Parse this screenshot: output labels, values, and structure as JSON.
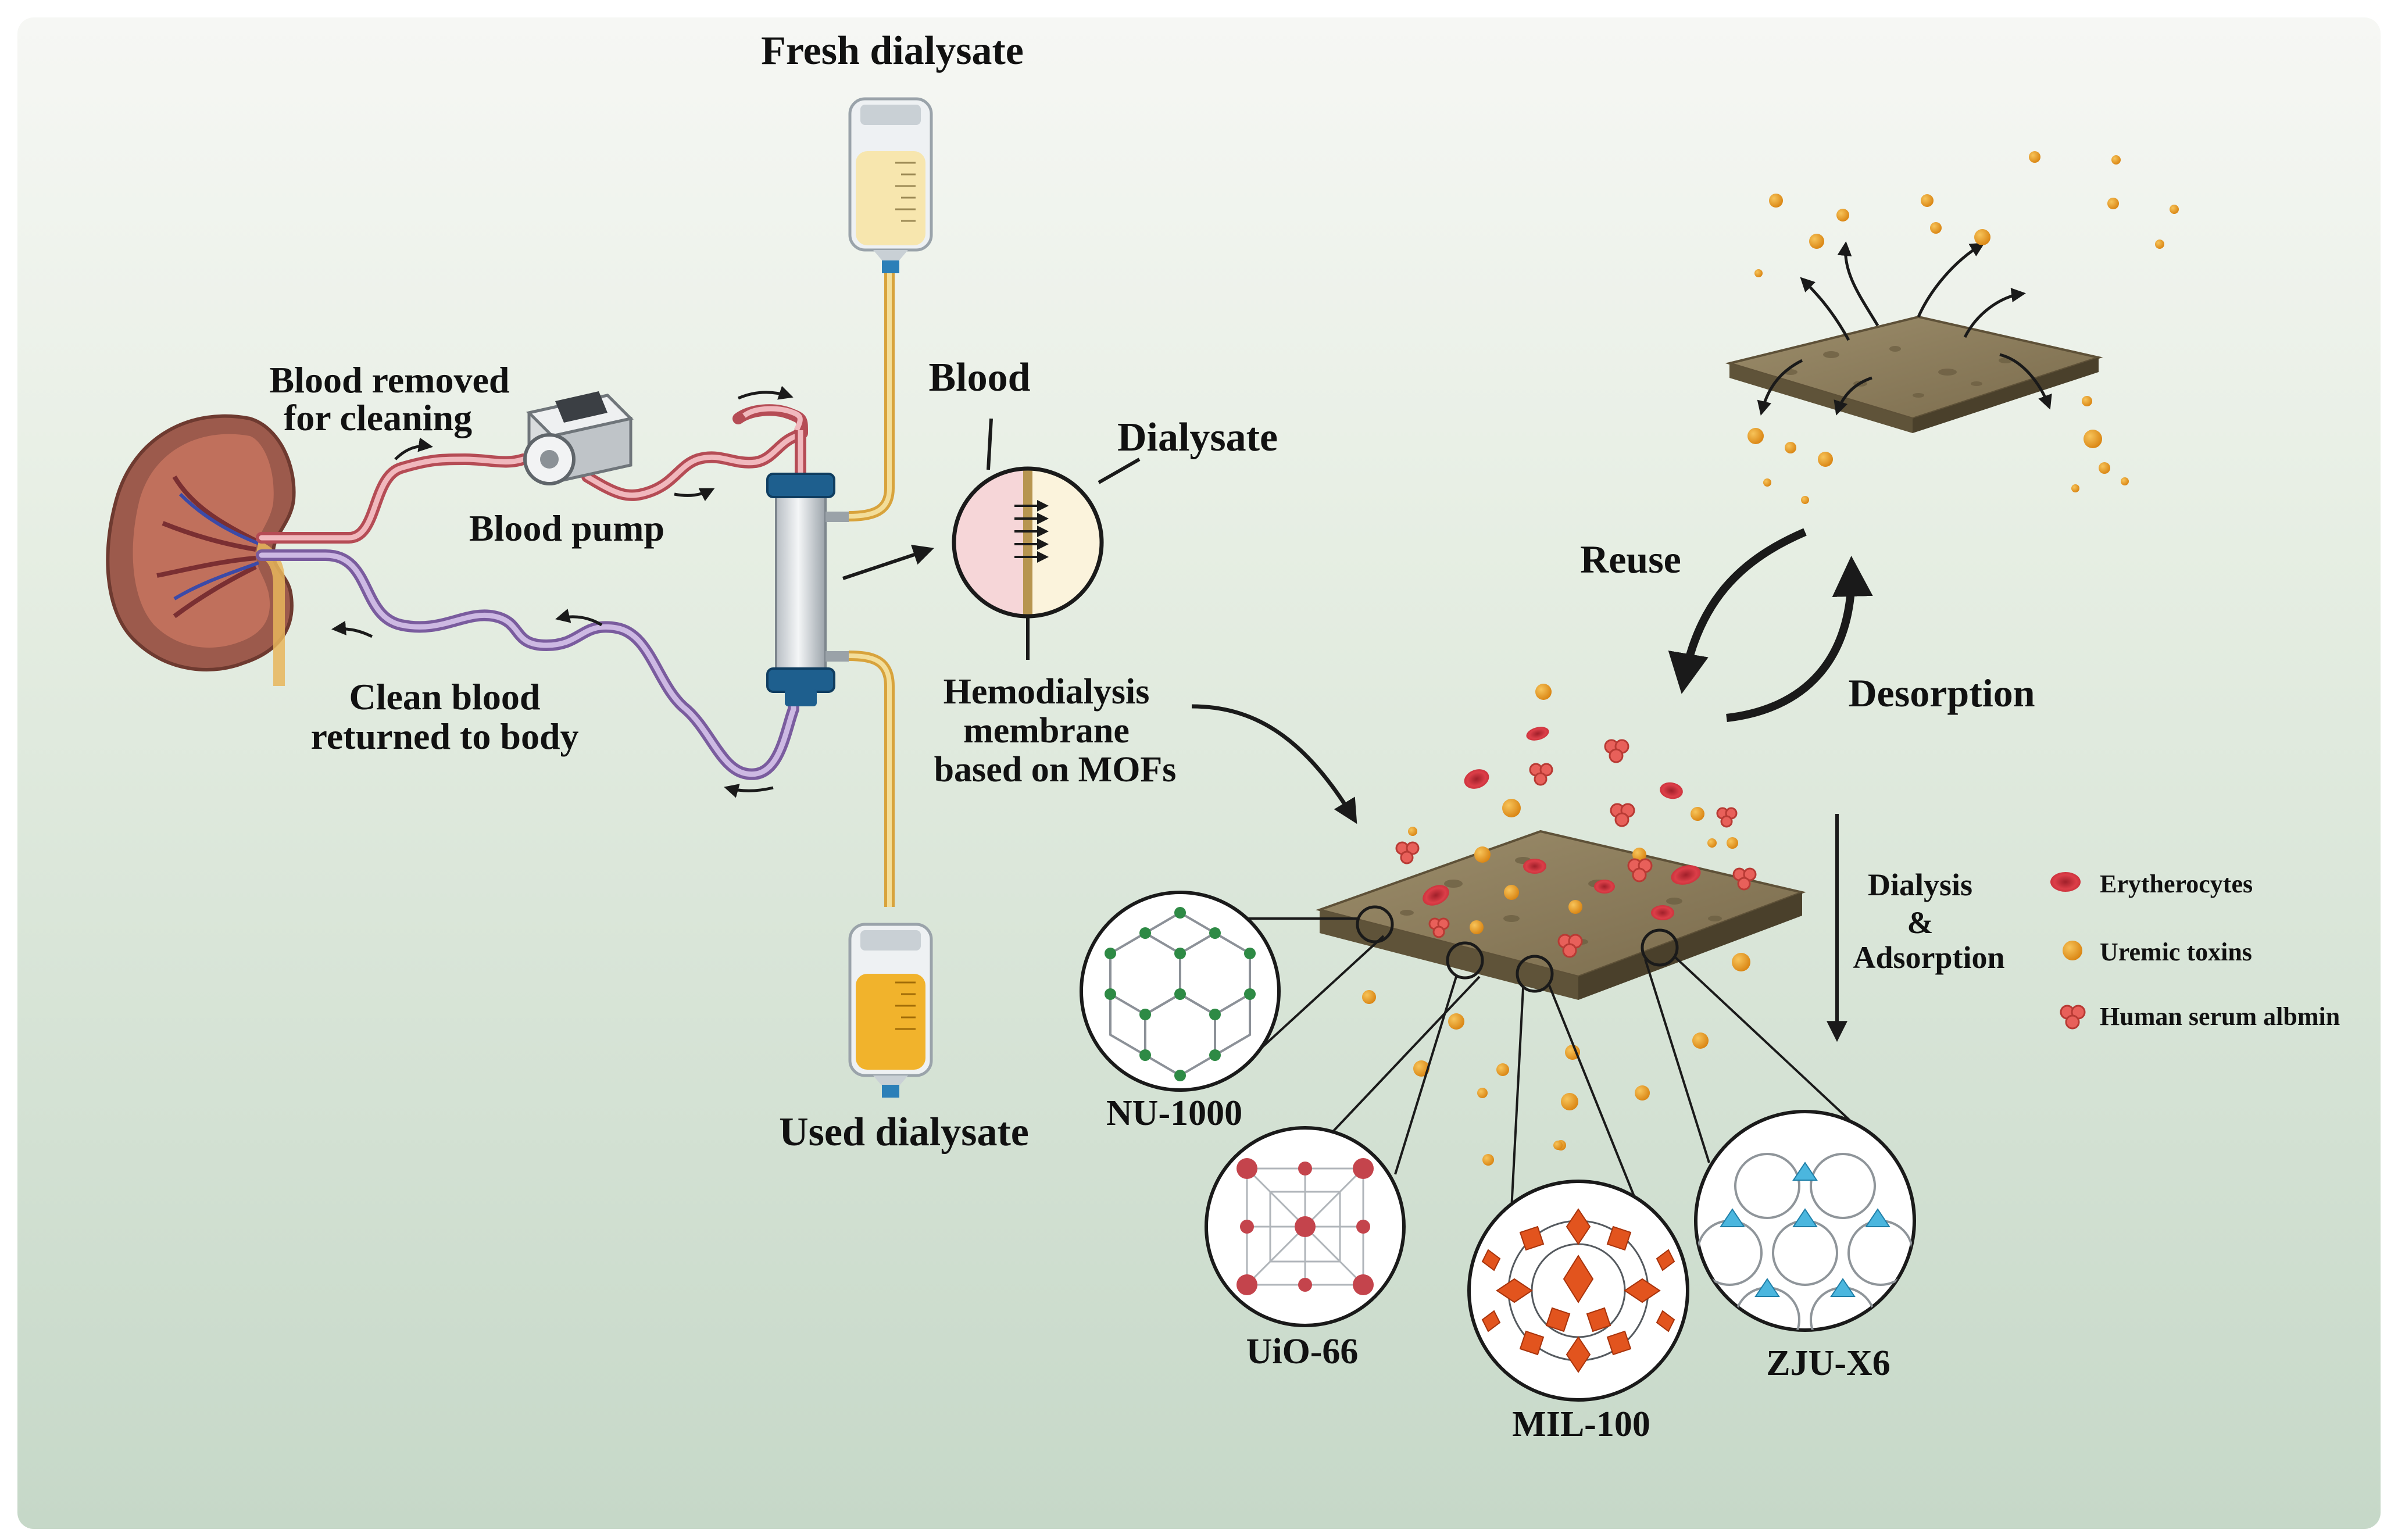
{
  "labels": {
    "fresh_dialysate": "Fresh dialysate",
    "used_dialysate": "Used dialysate",
    "blood_removed_line1": "Blood removed",
    "blood_removed_line2": "for cleaning",
    "blood_pump": "Blood pump",
    "clean_blood_line1": "Clean blood",
    "clean_blood_line2": "returned to body",
    "blood": "Blood",
    "dialysate": "Dialysate",
    "membrane_line1": "Hemodialysis",
    "membrane_line2": "membrane",
    "membrane_line3": "based on MOFs",
    "reuse": "Reuse",
    "desorption": "Desorption",
    "dialysis_line1": "Dialysis",
    "dialysis_line2": "&",
    "dialysis_line3": "Adsorption"
  },
  "legend": [
    {
      "label": "Erytherocytes",
      "icon": "erythrocyte-icon",
      "color": "#d63a44"
    },
    {
      "label": "Uremic toxins",
      "icon": "uremic-toxin-icon",
      "color": "#e39a1e"
    },
    {
      "label": "Human serum albmin",
      "icon": "albumin-icon",
      "color": "#e8605a"
    }
  ],
  "mofs": [
    {
      "name": "NU-1000",
      "color": "#2e8a45"
    },
    {
      "name": "UiO-66",
      "color": "#c4444c"
    },
    {
      "name": "MIL-100",
      "color": "#e2541e"
    },
    {
      "name": "ZJU-X6",
      "color": "#4bb6de"
    }
  ],
  "colors": {
    "background_top": "#f4f6f2",
    "background_bottom": "#c7d8c9",
    "arterial_tube": "#c95b64",
    "venous_tube": "#8c6bb0",
    "fresh_dialysate": "#f7e6ae",
    "used_dialysate": "#f1b32c",
    "membrane": "#8c7b5a",
    "toxin": "#e39a1e",
    "erythrocyte": "#d63a44"
  }
}
